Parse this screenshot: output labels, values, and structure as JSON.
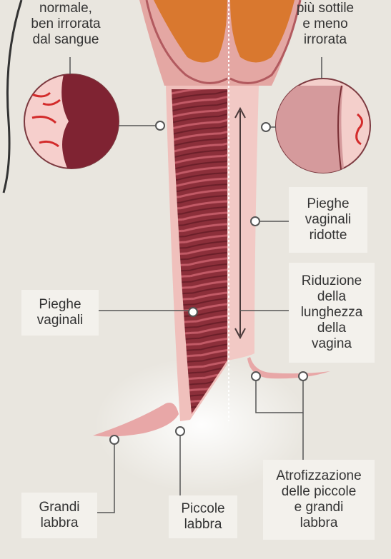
{
  "labels": {
    "top_left": [
      "normale,",
      "ben irrorata",
      "dal sangue"
    ],
    "top_right": [
      "più sottile",
      "e meno",
      "irrorata"
    ],
    "pieghe_ridotte": [
      "Pieghe",
      "vaginali",
      "ridotte"
    ],
    "riduzione": [
      "Riduzione",
      "della",
      "lunghezza",
      "della",
      "vagina"
    ],
    "pieghe_vaginali": [
      "Pieghe",
      "vaginali"
    ],
    "grandi_labbra": [
      "Grandi",
      "labbra"
    ],
    "piccole_labbra": [
      "Piccole",
      "labbra"
    ],
    "atrofizzazione": [
      "Atrofizzazione",
      "delle piccole",
      "e grandi",
      "labbra"
    ]
  },
  "colors": {
    "background": "#e9e6df",
    "label_box": "#f3f1ec",
    "tissue_pink": "#e8a9a8",
    "muscle_dark": "#8c2f3a",
    "atrophic_pale": "#efc9c5",
    "blood_vessel": "#d32b2b",
    "leader_line": "#555555"
  }
}
